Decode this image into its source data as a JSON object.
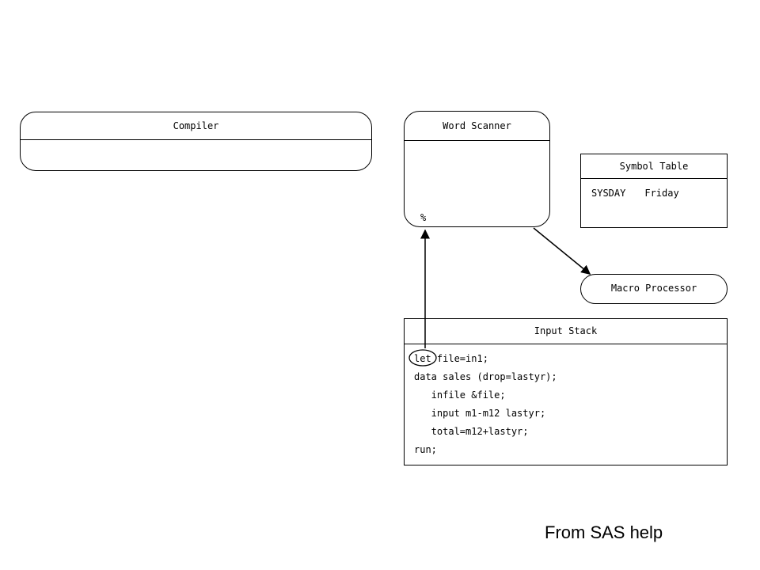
{
  "diagram": {
    "compiler": {
      "title": "Compiler"
    },
    "word_scanner": {
      "title": "Word Scanner",
      "token": "%"
    },
    "symbol_table": {
      "title": "Symbol Table",
      "entries": [
        {
          "name": "SYSDAY",
          "value": "Friday"
        }
      ]
    },
    "macro_processor": {
      "label": "Macro Processor"
    },
    "input_stack": {
      "title": "Input Stack",
      "circled_token": "let",
      "first_line_rest": " file=in1;",
      "lines": [
        "data sales (drop=lastyr);",
        "   infile &file;",
        "   input m1-m12 lastyr;",
        "   total=m12+lastyr;",
        "run;"
      ]
    }
  },
  "caption": "From SAS help"
}
